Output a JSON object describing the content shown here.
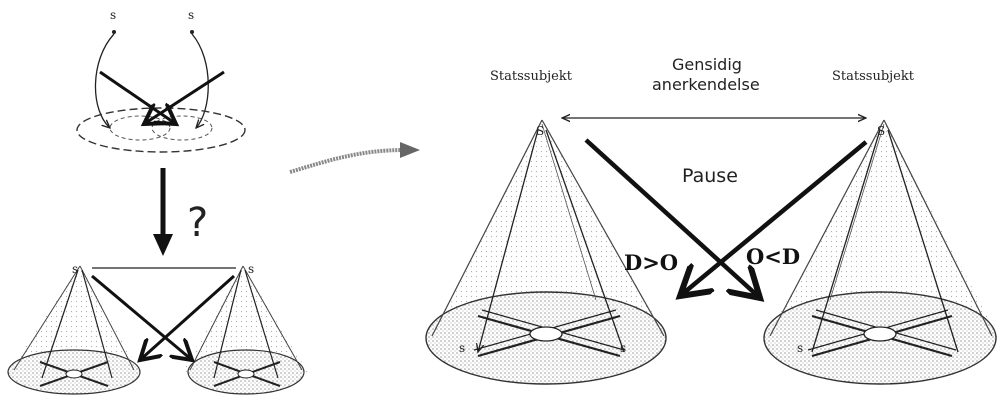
{
  "diagram": {
    "node_symbol": "s",
    "node_symbol_large": "S",
    "question_mark": "?",
    "left_subject_label": "Statssubjekt",
    "right_subject_label": "Statssubjekt",
    "mutual_recognition_label_line1": "Gensidig",
    "mutual_recognition_label_line2": "anerkendelse",
    "pause_label": "Pause",
    "left_relation_label": "D>O",
    "right_relation_label": "O<D"
  }
}
